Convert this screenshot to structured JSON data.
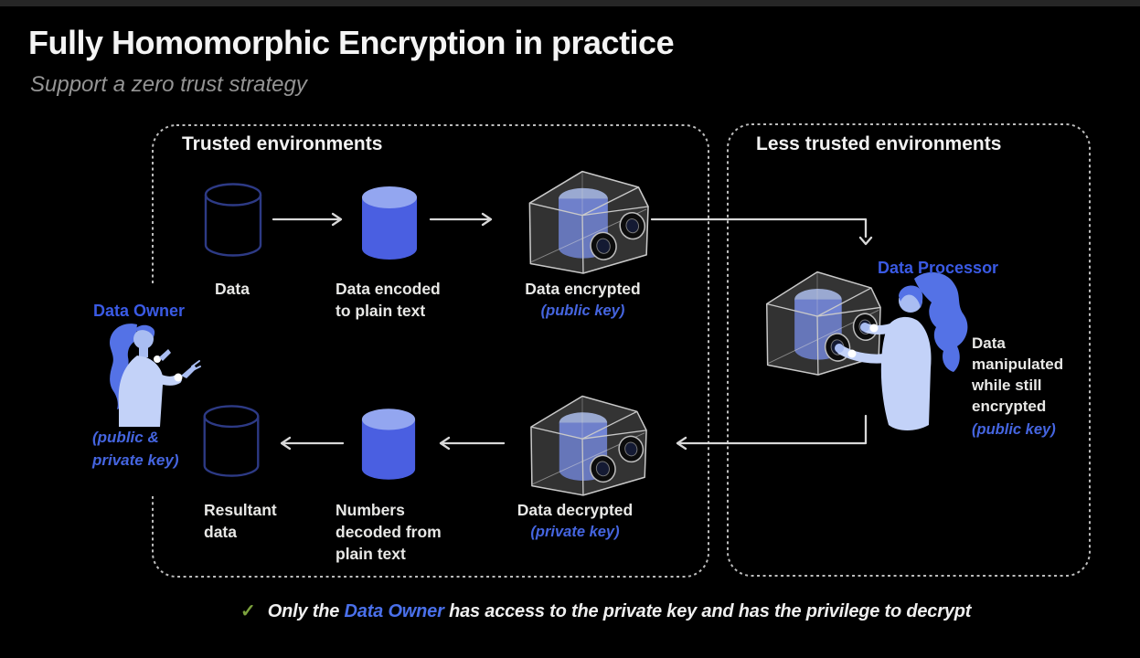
{
  "slide": {
    "title": "Fully Homomorphic Encryption in practice",
    "subtitle": "Support a zero trust strategy"
  },
  "environments": {
    "trusted_heading": "Trusted environments",
    "less_trusted_heading": "Less trusted environments"
  },
  "owner": {
    "name": "Data Owner",
    "keys_line1": "(public &",
    "keys_line2": "private key)"
  },
  "processor": {
    "name": "Data Processor",
    "note_line1": "Data",
    "note_line2": "manipulated",
    "note_line3": "while still",
    "note_line4": "encrypted",
    "note_key": "(public key)"
  },
  "steps": {
    "data": "Data",
    "encoded_line1": "Data encoded",
    "encoded_line2": "to plain text",
    "encrypted": "Data encrypted",
    "encrypted_key": "(public key)",
    "decrypted": "Data decrypted",
    "decrypted_key": "(private key)",
    "decoded_line1": "Numbers",
    "decoded_line2": "decoded from",
    "decoded_line3": "plain text",
    "resultant_line1": "Resultant",
    "resultant_line2": "data"
  },
  "footer": {
    "checkmark": "✓",
    "text_prefix": "Only the",
    "text_highlight": "Data Owner",
    "text_suffix": "has access to the private key and has the privilege to decrypt"
  },
  "icons": {
    "database_outline": "database-cylinder-outline-icon",
    "database_filled": "database-cylinder-filled-icon",
    "encrypted_box": "encrypted-glovebox-icon",
    "owner_figure": "woman-data-owner-illustration",
    "processor_figure": "woman-data-processor-illustration",
    "checkmark": "check-icon"
  },
  "colors": {
    "background": "#000000",
    "accent_blue": "#3a5ae4",
    "key_blue": "#4565e0",
    "cylinder_blue": "#4a5fe1",
    "cylinder_top_blue": "#93a6f0",
    "hair_blue": "#5472e6",
    "skin_blue": "#a9bdf2",
    "clothing_blue": "#c3d2f8",
    "label_white": "#e8e8e6",
    "arrow_gray": "#d8d8d8",
    "border_gray": "#bdbdbd",
    "check_green": "#7ca23d"
  }
}
